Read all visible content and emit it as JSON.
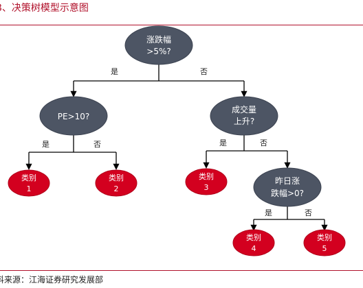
{
  "caption": "8、决策树模型示意图",
  "source": "料来源：江海证券研究发展部",
  "colors": {
    "decision_node": "#4d5564",
    "leaf_node": "#d3001f",
    "accent": "#b0102a",
    "line": "#000000"
  },
  "nodes": {
    "root": {
      "line1": "涨跌幅",
      "line2": ">5%?"
    },
    "pe": {
      "line1": "PE>10?"
    },
    "volume": {
      "line1": "成交量",
      "line2": "上升?"
    },
    "yesterday": {
      "line1": "昨日涨",
      "line2": "跌幅>0?"
    }
  },
  "leaves": [
    {
      "line1": "类别",
      "line2": "1"
    },
    {
      "line1": "类别",
      "line2": "2"
    },
    {
      "line1": "类别",
      "line2": "3"
    },
    {
      "line1": "类别",
      "line2": "4"
    },
    {
      "line1": "类别",
      "line2": "5"
    }
  ],
  "edges": {
    "yes": "是",
    "no": "否"
  }
}
